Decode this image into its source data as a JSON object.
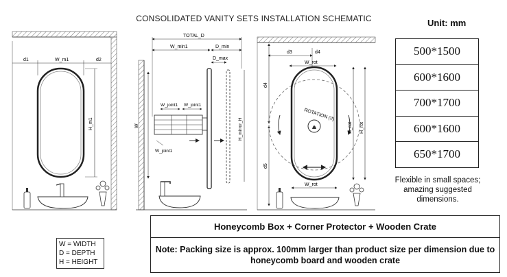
{
  "title": "CONSOLIDATED VANITY SETS INSTALLATION SCHEMATIC",
  "unit_label": "Unit: mm",
  "sizes": [
    "500*1500",
    "600*1600",
    "700*1700",
    "600*1600",
    "650*1700"
  ],
  "flex_note": "Flexible in small spaces; amazing suggested dimensions.",
  "legend": [
    "W = WIDTH",
    "D = DEPTH",
    "H = HEIGHT"
  ],
  "packing": {
    "header": "Honeycomb Box + Corner Protector + Wooden Crate",
    "note": "Note: Packing size is approx. 100mm larger than product size per dimension due to honeycomb board and wooden crate"
  },
  "labels": {
    "d1": "d1",
    "w_m1": "W_m1",
    "d2": "d2",
    "h_m1": "H_m1",
    "total_d": "TOTAL_D",
    "w_min1": "W_min1",
    "d_min": "D_min",
    "d_max": "D_max",
    "w_joint1_a": "W_joint1",
    "w_joint1_b": "W_joint1",
    "w_joint1_c": "W_joint1",
    "w": "W",
    "h_mirror": "H_mirror_H",
    "d3": "d3",
    "d4_top": "d4",
    "w_rot_top": "W_rot",
    "d4_side": "d4",
    "d5": "d5",
    "rotation": "ROTATION (!!)",
    "h_rot_a": "H_rot",
    "h_rot_b": "H_rot",
    "w_rot_bottom": "W_rot"
  }
}
